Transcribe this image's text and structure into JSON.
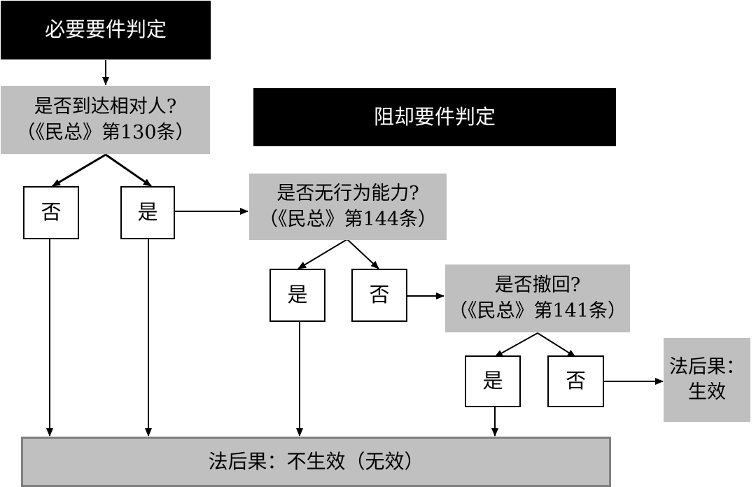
{
  "headers": {
    "necessary": "必要要件判定",
    "blocking": "阻却要件判定"
  },
  "questions": {
    "q1": {
      "line1": "是否到达相对人?",
      "line2": "（《民总》第130条）"
    },
    "q2": {
      "line1": "是否无行为能力?",
      "line2": "（《民总》第144条）"
    },
    "q3": {
      "line1": "是否撤回?",
      "line2": "（《民总》第141条）"
    }
  },
  "answers": {
    "no1": "否",
    "yes1": "是",
    "yes2": "是",
    "no2": "否",
    "yes3": "是",
    "no3": "否"
  },
  "results": {
    "valid_line1": "法后果：",
    "valid_line2": "生效",
    "invalid": "法后果：不生效（无效）"
  }
}
